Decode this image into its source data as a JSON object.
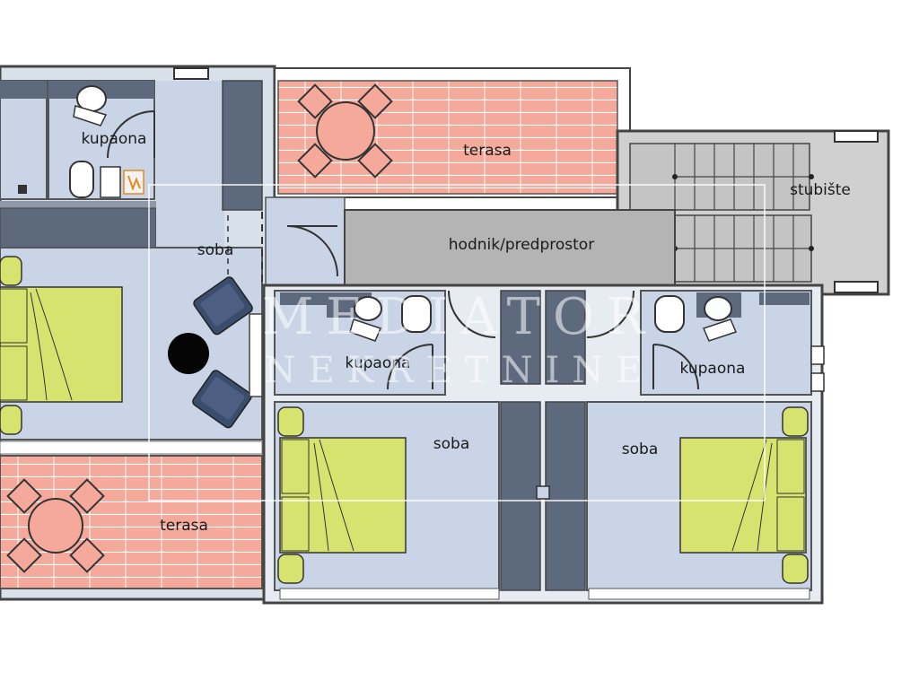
{
  "rooms": {
    "bath_top_left": "kupaona",
    "terrace_top": "terasa",
    "stairs": "stubište",
    "hallway": "hodnik/predprostor",
    "room_left": "soba",
    "bath_middle": "kupaona",
    "bath_right": "kupaona",
    "room_middle": "soba",
    "room_right": "soba",
    "terrace_bottom": "terasa"
  },
  "watermark": {
    "line1": "MEDIATOR",
    "line2": "NEKRETNINE"
  },
  "colors": {
    "room_fill": "#c9d5e6",
    "terrace_fill": "#f4a99a",
    "bed_fill": "#d6e36e",
    "hall_fill": "#b4b4b4",
    "wall": "#3a3a3a",
    "closet": "#5d6a7e",
    "chair": "#3b4d6d"
  }
}
